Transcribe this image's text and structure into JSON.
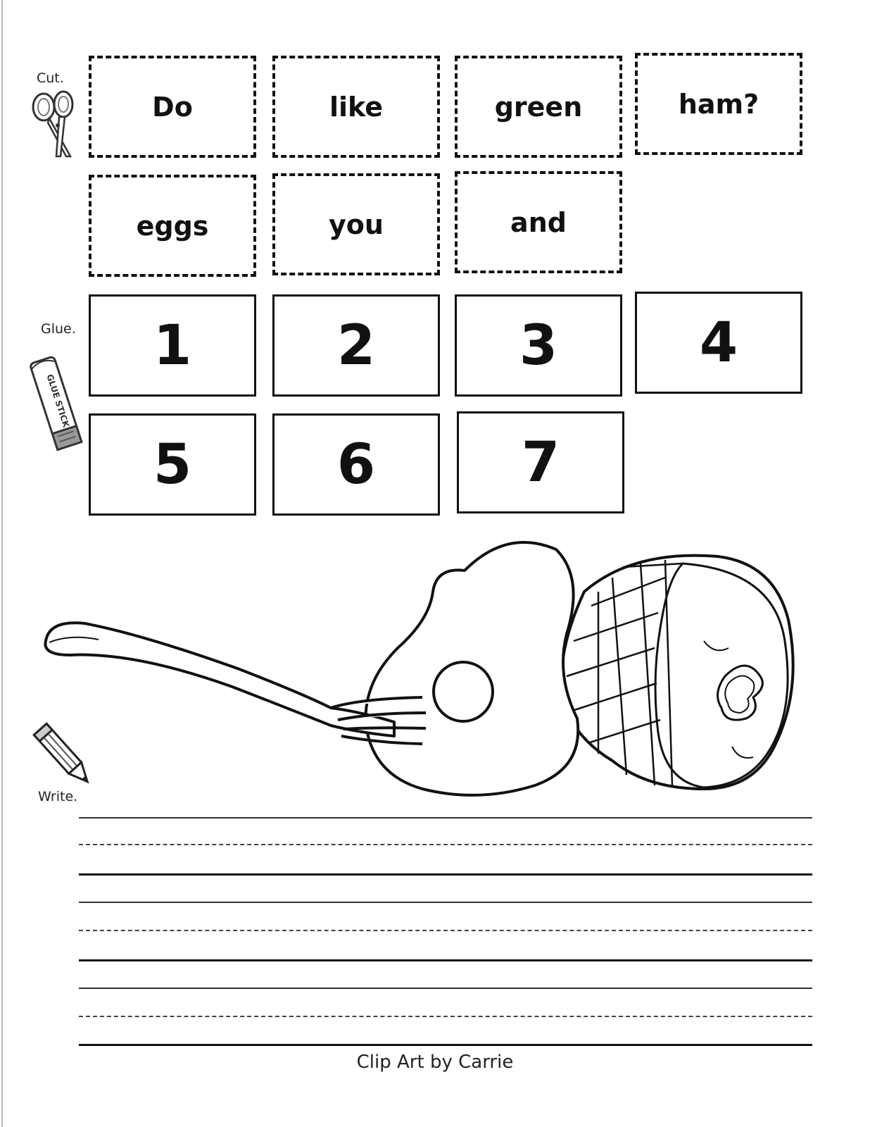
{
  "instructions": {
    "cut_label": "Cut.",
    "glue_label": "Glue.",
    "write_label": "Write."
  },
  "cut_words": [
    "Do",
    "like",
    "green",
    "ham?",
    "eggs",
    "you",
    "and"
  ],
  "glue_numbers": [
    "1",
    "2",
    "3",
    "4",
    "5",
    "6",
    "7"
  ],
  "glue_stick_text": "GLUE STICK",
  "illustration": {
    "icons": [
      "scissors-icon",
      "glue-stick-icon",
      "pencil-icon"
    ],
    "picture": [
      "fork",
      "fried-egg",
      "ham"
    ]
  },
  "footer": "Clip Art by Carrie"
}
